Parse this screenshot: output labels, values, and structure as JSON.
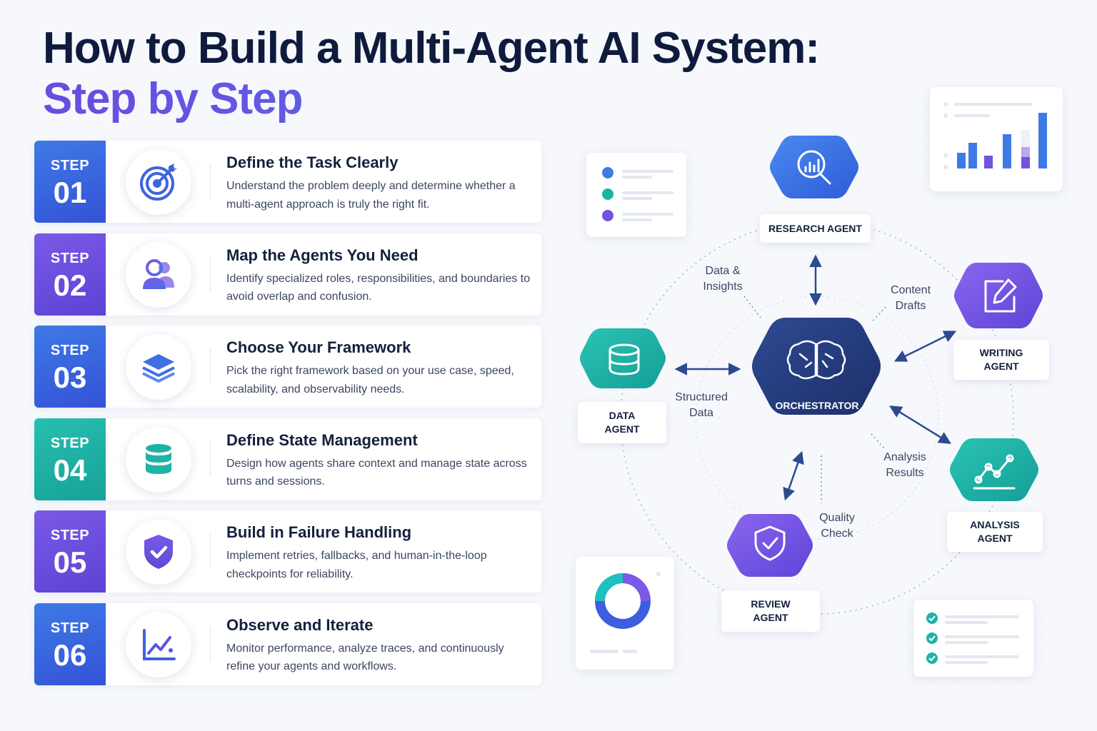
{
  "title": {
    "line1": "How to Build a Multi-Agent AI System:",
    "line2": "Step by Step"
  },
  "steps": [
    {
      "label": "STEP",
      "number": "01",
      "title": "Define the Task Clearly",
      "description": "Understand the problem deeply and determine whether a multi-agent approach is truly the right fit.",
      "icon": "target-icon",
      "color": "#4169e1"
    },
    {
      "label": "STEP",
      "number": "02",
      "title": "Map the Agents You Need",
      "description": "Identify specialized roles, responsibilities, and boundaries to avoid overlap and confusion.",
      "icon": "users-icon",
      "color": "#6c4fe0"
    },
    {
      "label": "STEP",
      "number": "03",
      "title": "Choose Your Framework",
      "description": "Pick the right framework based on your use case, speed, scalability, and observability needs.",
      "icon": "layers-icon",
      "color": "#3f6fe3"
    },
    {
      "label": "STEP",
      "number": "04",
      "title": "Define State Management",
      "description": "Design how agents share context and manage state across turns and sessions.",
      "icon": "database-icon",
      "color": "#20b0a5"
    },
    {
      "label": "STEP",
      "number": "05",
      "title": "Build in Failure Handling",
      "description": "Implement retries, fallbacks, and human-in-the-loop checkpoints for reliability.",
      "icon": "shield-check-icon",
      "color": "#6a4ed9"
    },
    {
      "label": "STEP",
      "number": "06",
      "title": "Observe and Iterate",
      "description": "Monitor performance, analyze traces, and continuously refine your agents and workflows.",
      "icon": "line-chart-icon",
      "color": "#3d63e0"
    }
  ],
  "diagram": {
    "orchestrator": "ORCHESTRATOR",
    "agents": {
      "research": "RESEARCH AGENT",
      "writing": "WRITING AGENT",
      "analysis": "ANALYSIS AGENT",
      "review": "REVIEW AGENT",
      "data": "DATA AGENT"
    },
    "flows": {
      "data_insights": "Data & Insights",
      "content_drafts": "Content Drafts",
      "structured_data": "Structured Data",
      "analysis_results": "Analysis Results",
      "quality_check": "Quality Check"
    },
    "colors": {
      "blue": "#3d6fe6",
      "purple": "#7452e0",
      "teal": "#1fb2a6",
      "navy": "#233a7a"
    }
  }
}
